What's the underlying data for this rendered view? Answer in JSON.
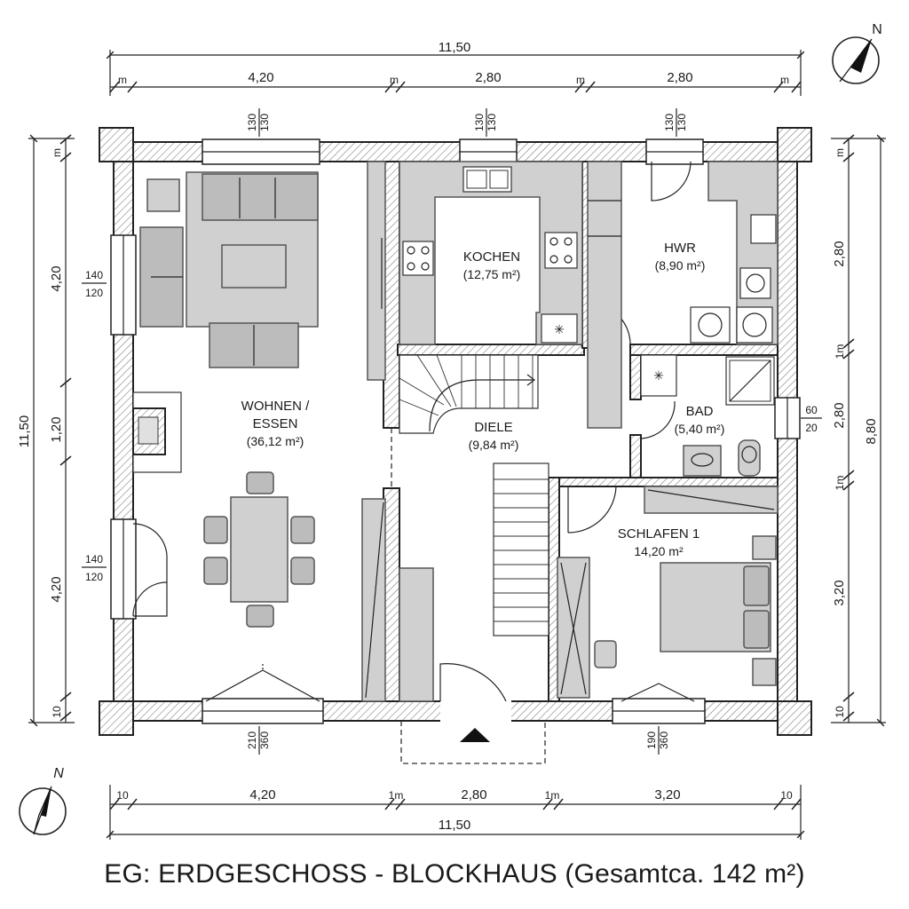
{
  "title": "EG: ERDGESCHOSS - BLOCKHAUS (Gesamtca. 142 m²)",
  "north_label": "N",
  "rooms": {
    "wohnen_name_1": "WOHNEN /",
    "wohnen_name_2": "ESSEN",
    "wohnen_area": "(36,12 m²)",
    "kochen_name": "KOCHEN",
    "kochen_area": "(12,75 m²)",
    "hwr_name": "HWR",
    "hwr_area": "(8,90 m²)",
    "diele_name": "DIELE",
    "diele_area": "(9,84 m²)",
    "bad_name": "BAD",
    "bad_area": "(5,40 m²)",
    "schlafen_name": "SCHLAFEN 1",
    "schlafen_area": "14,20 m²"
  },
  "dims_top": {
    "total": "11,50",
    "m1": "m",
    "s1": "4,20",
    "m2": "m",
    "s2": "2,80",
    "m3": "m",
    "s3": "2,80",
    "m4": "m"
  },
  "dims_bottom": {
    "e1": "10",
    "s1": "4,20",
    "m1": "1m",
    "s2": "2,80",
    "m2": "1m",
    "s3": "3,20",
    "e2": "10",
    "total": "11,50"
  },
  "dims_left": {
    "total": "11,50",
    "m1": "m",
    "s1": "4,20",
    "s2": "1,20",
    "s3": "4,20",
    "e1": "10"
  },
  "dims_right": {
    "total": "8,80",
    "m1": "m",
    "s1": "2,80",
    "m2": "1m",
    "s2": "2,80",
    "m3": "1m",
    "s3": "3,20",
    "e1": "10"
  },
  "windows": {
    "top1_a": "130",
    "top1_b": "130",
    "top2_a": "130",
    "top2_b": "130",
    "top3_a": "130",
    "top3_b": "130",
    "left1_a": "140",
    "left1_b": "120",
    "left2_a": "140",
    "left2_b": "120",
    "right1_a": "60",
    "right1_b": "20",
    "bottom1_a": "210",
    "bottom1_b": "360",
    "bottom2_a": "190",
    "bottom2_b": "360"
  }
}
